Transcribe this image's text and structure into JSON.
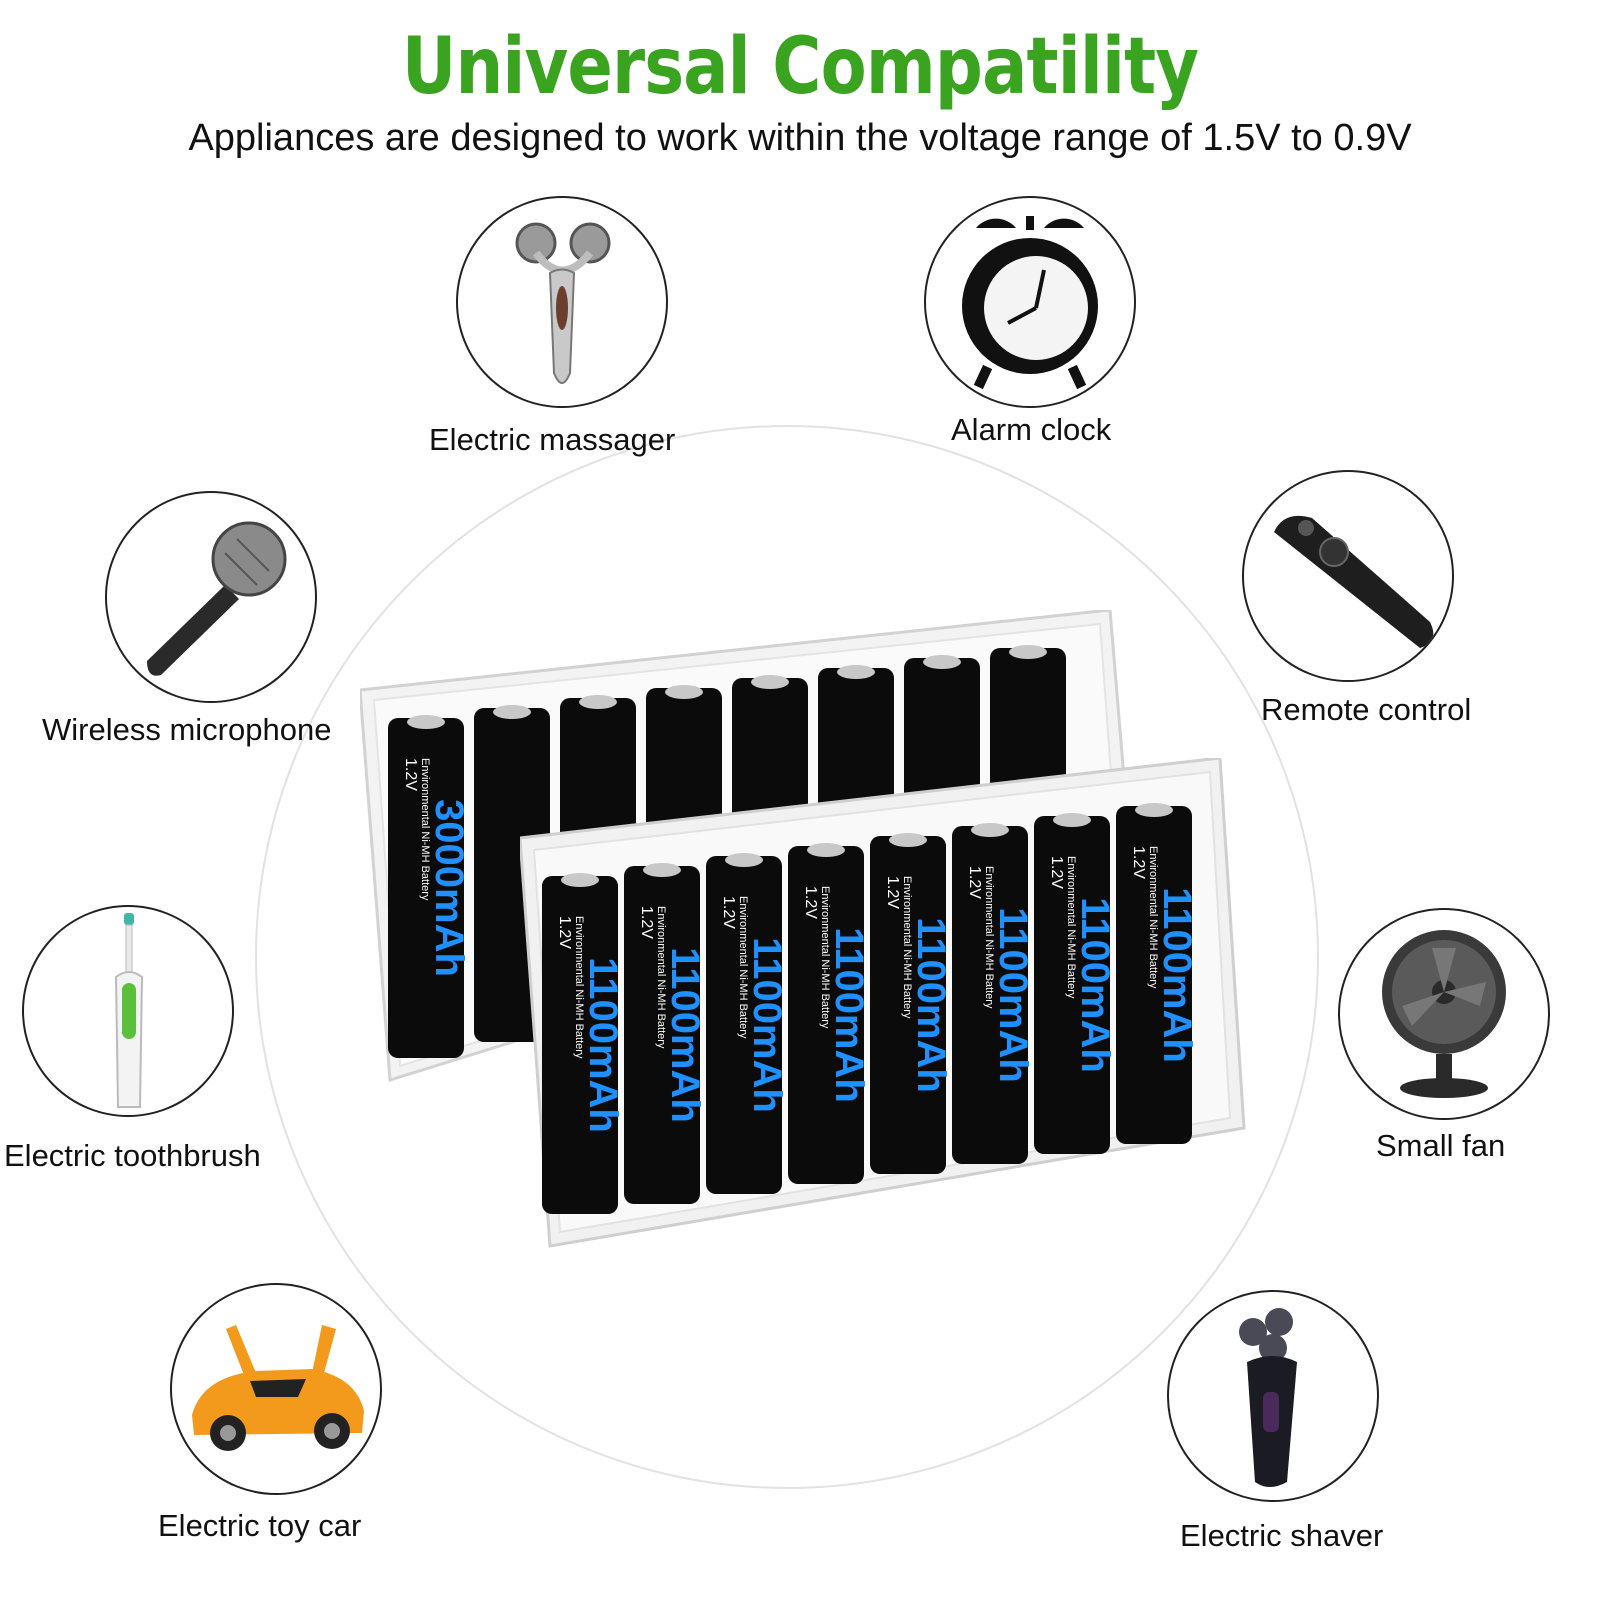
{
  "header": {
    "title": "Universal Compatility",
    "subtitle": "Appliances are designed to work within the voltage range of 1.5V to 0.9V"
  },
  "colors": {
    "title": "#3aa320",
    "battery_body": "#0b0b0b",
    "battery_text": "#1e90ff"
  },
  "appliances": [
    {
      "label": "Electric massager",
      "icon": "face-roller-icon"
    },
    {
      "label": "Alarm clock",
      "icon": "alarm-clock-icon"
    },
    {
      "label": "Wireless microphone",
      "icon": "microphone-icon"
    },
    {
      "label": "Remote control",
      "icon": "remote-control-icon"
    },
    {
      "label": "Electric toothbrush",
      "icon": "toothbrush-icon"
    },
    {
      "label": "Small fan",
      "icon": "fan-icon"
    },
    {
      "label": "Electric toy car",
      "icon": "toy-car-icon"
    },
    {
      "label": "Electric shaver",
      "icon": "shaver-icon"
    }
  ],
  "battery_back": {
    "voltage": "1.2V",
    "type": "Environmental Ni-MH Battery",
    "capacity": "3000mAh"
  },
  "battery_front": {
    "voltage": "1.2V",
    "type": "Environmental Ni-MH Battery",
    "capacity": "1100mAh"
  }
}
